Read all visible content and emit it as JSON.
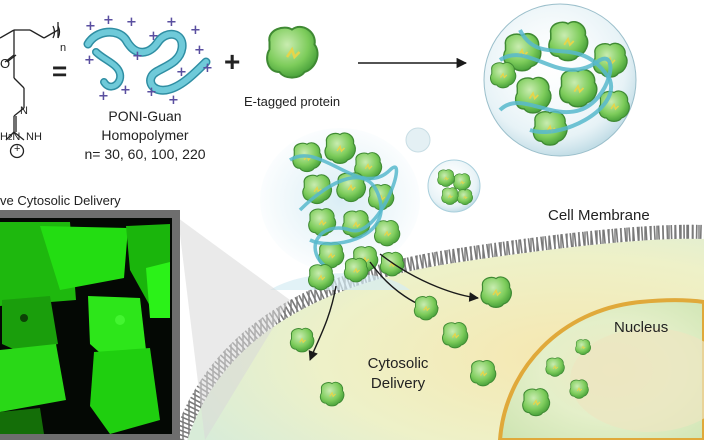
{
  "structure": {
    "n_subscript": "n",
    "equals": "=",
    "atom_O": "O",
    "atom_N": "N",
    "atom_NH": "NH",
    "atom_H2N": "H",
    "atom_H2N_sub": "2",
    "atom_H2N_N": "N",
    "charge": "+"
  },
  "polymer": {
    "name": "PONI-Guan",
    "type": "Homopolymer",
    "lengths": "n= 30, 60, 100, 220"
  },
  "plus_sign": "+",
  "protein_label": "E-tagged protein",
  "micrograph_title": "ve Cytosolic Delivery",
  "cell_membrane_label": "Cell Membrane",
  "nucleus_label": "Nucleus",
  "cytosolic_label_line1": "Cytosolic",
  "cytosolic_label_line2": "Delivery",
  "colors": {
    "polymer": "#5bbfd0",
    "charge": "#5a4fa0",
    "protein_green": "#6cc04a",
    "membrane": "#8a8a8a",
    "cytosol": "#f2edb5",
    "nucleus": "#e8f2c8",
    "nucleus_rim": "#e0a93a",
    "micrograph_green": "#22e010"
  }
}
